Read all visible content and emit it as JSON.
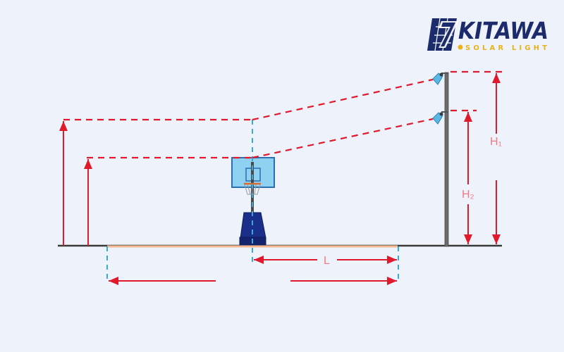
{
  "logo": {
    "brand": "KITAWA",
    "tagline": "SOLAR LIGHT"
  },
  "labels": {
    "h1": "H₁",
    "h2": "H₂",
    "length": "L"
  },
  "colors": {
    "background": "#eef2fb",
    "dimension_line": "#e0192d",
    "label_text": "#f07a86",
    "center_line": "#3aa8d8",
    "ground": "#3a3a3a",
    "court_surface": "#f4b892",
    "backboard_fill": "#8fd1f0",
    "backboard_stroke": "#2b6fb0",
    "base_fill": "#1a2f8a",
    "pole": "#6b6b6b",
    "lamp": "#5bb8e6",
    "logo_navy": "#1b2b6b",
    "logo_gold": "#e8b31a"
  }
}
